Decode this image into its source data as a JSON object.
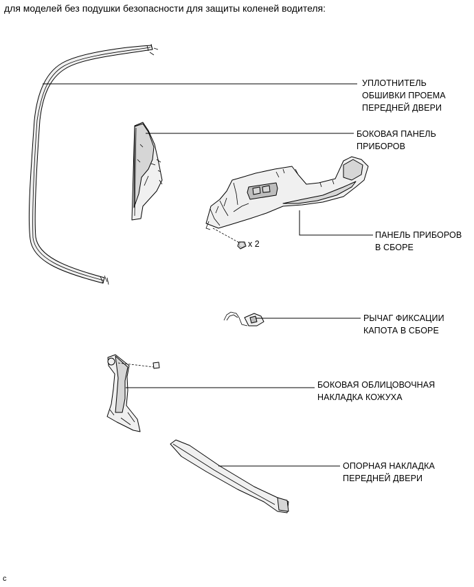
{
  "heading": "для моделей без подушки безопасности для защиты коленей водителя:",
  "labels": {
    "door_weatherstrip": [
      "УПЛОТНИТЕЛЬ",
      "ОБШИВКИ ПРОЕМА",
      "ПЕРЕДНЕЙ ДВЕРИ"
    ],
    "side_panel": [
      "БОКОВАЯ ПАНЕЛЬ",
      "ПРИБОРОВ"
    ],
    "instrument_panel": [
      "ПАНЕЛЬ ПРИБОРОВ",
      "В СБОРЕ"
    ],
    "hood_lock_lever": [
      "РЫЧАГ ФИКСАЦИИ",
      "КАПОТА В СБОРЕ"
    ],
    "cowl_side_trim": [
      "БОКОВАЯ ОБЛИЦОВОЧНАЯ",
      "НАКЛАДКА КОЖУХА"
    ],
    "door_scuff_plate": [
      "ОПОРНАЯ НАКЛАДКА",
      "ПЕРЕДНЕЙ ДВЕРИ"
    ]
  },
  "quantity_note": "x 2",
  "corner_mark": "c"
}
